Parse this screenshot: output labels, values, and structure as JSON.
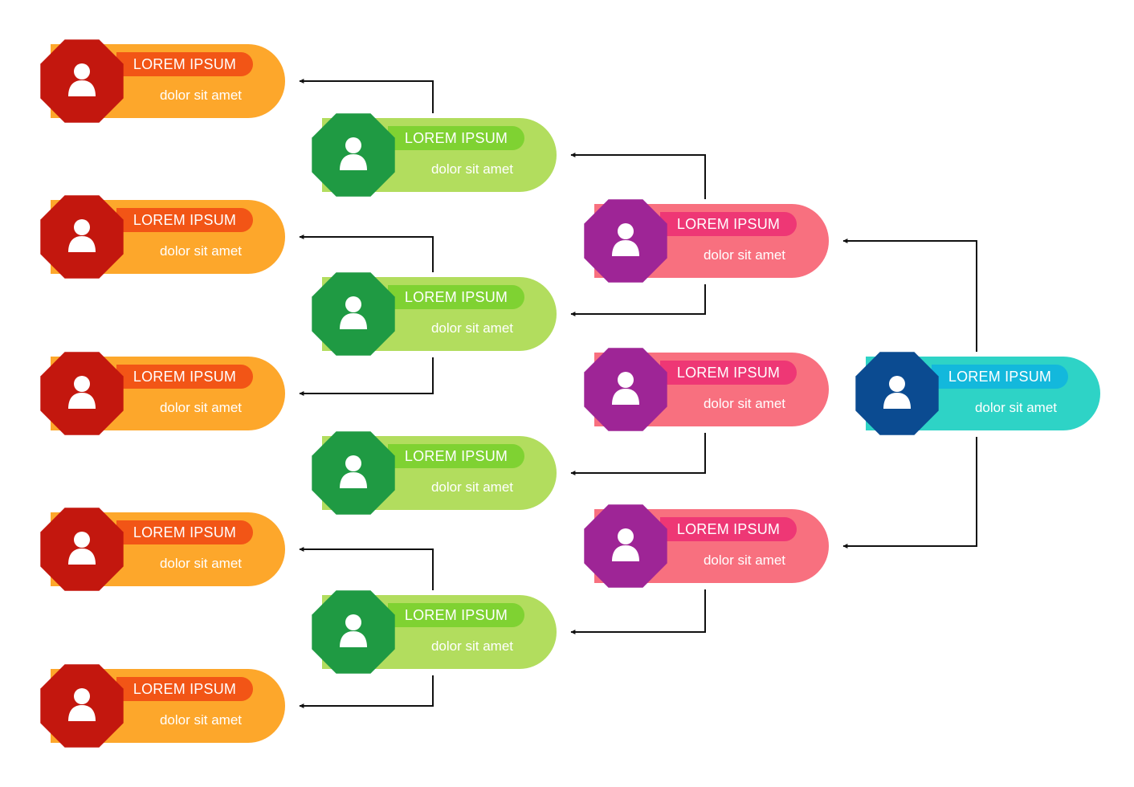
{
  "colors": {
    "orange": {
      "body": "#fda72b",
      "pill": "#f25516",
      "badge": "#c3170e"
    },
    "green": {
      "body": "#b2dd5e",
      "pill": "#7fd232",
      "badge": "#1f9a43"
    },
    "pink": {
      "body": "#f8707f",
      "pill": "#ee3775",
      "badge": "#9e2596"
    },
    "teal": {
      "body": "#2ed3c6",
      "pill": "#13b8dc",
      "badge": "#0b4b91"
    },
    "connector": "#111111"
  },
  "icon": "person-icon",
  "nodes": [
    {
      "id": "n1",
      "level": 1,
      "theme": "orange",
      "title": "LOREM IPSUM",
      "subtitle": "dolor sit amet"
    },
    {
      "id": "n2",
      "level": 1,
      "theme": "orange",
      "title": "LOREM IPSUM",
      "subtitle": "dolor sit amet"
    },
    {
      "id": "n3",
      "level": 1,
      "theme": "orange",
      "title": "LOREM IPSUM",
      "subtitle": "dolor sit amet"
    },
    {
      "id": "n4",
      "level": 1,
      "theme": "orange",
      "title": "LOREM IPSUM",
      "subtitle": "dolor sit amet"
    },
    {
      "id": "n5",
      "level": 1,
      "theme": "orange",
      "title": "LOREM IPSUM",
      "subtitle": "dolor sit amet"
    },
    {
      "id": "n6",
      "level": 2,
      "theme": "green",
      "title": "LOREM IPSUM",
      "subtitle": "dolor sit amet"
    },
    {
      "id": "n7",
      "level": 2,
      "theme": "green",
      "title": "LOREM IPSUM",
      "subtitle": "dolor sit amet"
    },
    {
      "id": "n8",
      "level": 2,
      "theme": "green",
      "title": "LOREM IPSUM",
      "subtitle": "dolor sit amet"
    },
    {
      "id": "n9",
      "level": 2,
      "theme": "green",
      "title": "LOREM IPSUM",
      "subtitle": "dolor sit amet"
    },
    {
      "id": "n10",
      "level": 3,
      "theme": "pink",
      "title": "LOREM IPSUM",
      "subtitle": "dolor sit amet"
    },
    {
      "id": "n11",
      "level": 3,
      "theme": "pink",
      "title": "LOREM IPSUM",
      "subtitle": "dolor sit amet"
    },
    {
      "id": "n12",
      "level": 3,
      "theme": "pink",
      "title": "LOREM IPSUM",
      "subtitle": "dolor sit amet"
    },
    {
      "id": "n13",
      "level": 4,
      "theme": "teal",
      "title": "LOREM IPSUM",
      "subtitle": "dolor sit amet"
    }
  ],
  "edges": [
    {
      "from": "n13",
      "to": "n10"
    },
    {
      "from": "n13",
      "to": "n12"
    },
    {
      "from": "n10",
      "to": "n6"
    },
    {
      "from": "n10",
      "to": "n7"
    },
    {
      "from": "n11",
      "to": "n8"
    },
    {
      "from": "n12",
      "to": "n9"
    },
    {
      "from": "n6",
      "to": "n1"
    },
    {
      "from": "n7",
      "to": "n2"
    },
    {
      "from": "n7",
      "to": "n3"
    },
    {
      "from": "n9",
      "to": "n4"
    },
    {
      "from": "n9",
      "to": "n5"
    }
  ]
}
